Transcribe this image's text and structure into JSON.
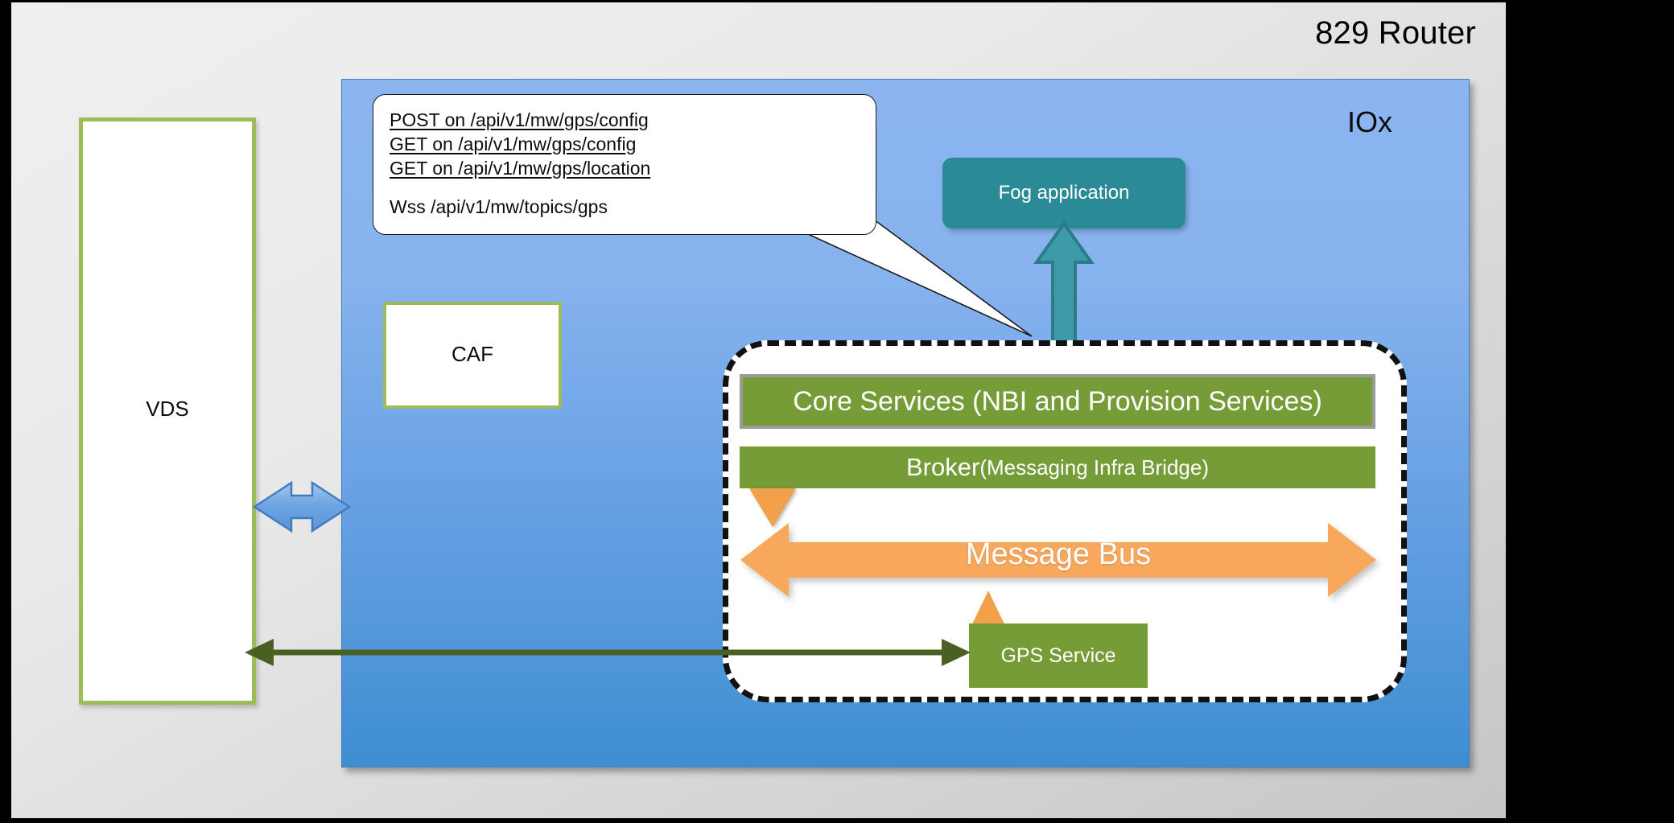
{
  "slide": {
    "title": "829 Router",
    "platform_label": "IOx"
  },
  "external": {
    "vds": {
      "label": "VDS"
    }
  },
  "iox": {
    "caf": {
      "label": "CAF"
    },
    "fog_application": {
      "label": "Fog application"
    },
    "callout": {
      "lines": [
        {
          "text": "POST on /api/v1/mw/gps/config",
          "underlined": true
        },
        {
          "text": "GET on /api/v1/mw/gps/config",
          "underlined": true
        },
        {
          "text": "GET on /api/v1/mw/gps/location",
          "underlined": true
        },
        {
          "text": "Wss  /api/v1/mw/topics/gps",
          "underlined": false
        }
      ]
    },
    "middleware": {
      "core_services": {
        "label": "Core Services (NBI and Provision Services)"
      },
      "broker": {
        "label_primary": "Broker ",
        "label_secondary": "(Messaging Infra Bridge)"
      },
      "message_bus": {
        "label": "Message Bus"
      },
      "gps_service": {
        "label": "GPS Service"
      }
    }
  },
  "connectors": {
    "vds_to_iox": {
      "name": "blue-double-arrow",
      "color": "#6fa8e0"
    },
    "fog_to_middleware": {
      "name": "teal-double-arrow",
      "color": "#3d9aa8"
    },
    "vds_to_gps_service": {
      "name": "dark-green-double-arrow",
      "color": "#4a5f22"
    },
    "broker_to_bus": {
      "name": "orange-down-triangle",
      "color": "#f3a04a"
    },
    "gps_to_bus": {
      "name": "orange-up-triangle",
      "color": "#f3a04a"
    }
  },
  "colors": {
    "panel_blue_top": "#8cb5f0",
    "panel_blue_bottom": "#3f8ed2",
    "service_green": "#769c38",
    "accent_orange": "#f3a04a",
    "teal": "#2a8a96",
    "border_green": "#9cbb59",
    "canvas_gray": "#eaeaea"
  }
}
